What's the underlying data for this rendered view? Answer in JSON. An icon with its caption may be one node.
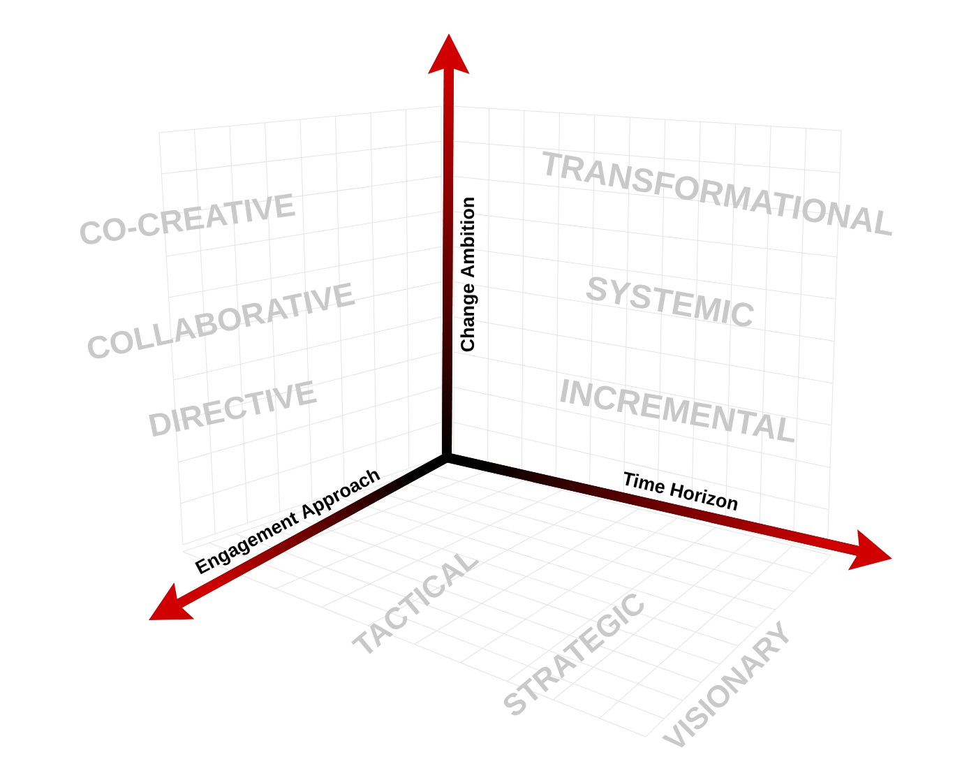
{
  "diagram": {
    "labels": [
      "Change Ambition",
      "CO-CREATIVE",
      "TRANSFORMATIONAL",
      "COLLABORATIVE",
      "SYSTEMIC",
      "DIRECTIVE",
      "INCREMENTAL",
      "Time Horizon",
      "Engagement Approach",
      "TACTICAL",
      "STRATEGIC",
      "VISIONARY"
    ]
  }
}
